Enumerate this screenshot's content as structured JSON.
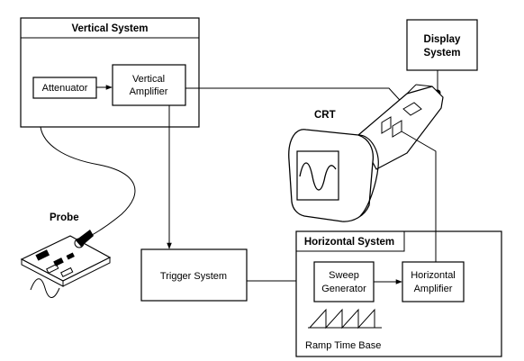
{
  "vertical_system": {
    "title": "Vertical  System",
    "attenuator": "Attenuator",
    "amp_line1": "Vertical",
    "amp_line2": "Amplifier"
  },
  "display_system": {
    "line1": "Display",
    "line2": "System"
  },
  "crt_label": "CRT",
  "probe_label": "Probe",
  "trigger_system": "Trigger System",
  "horizontal_system": {
    "title": "Horizontal  System",
    "sweep_line1": "Sweep",
    "sweep_line2": "Generator",
    "hamp_line1": "Horizontal",
    "hamp_line2": "Amplifier",
    "ramp_label": "Ramp  Time  Base"
  }
}
